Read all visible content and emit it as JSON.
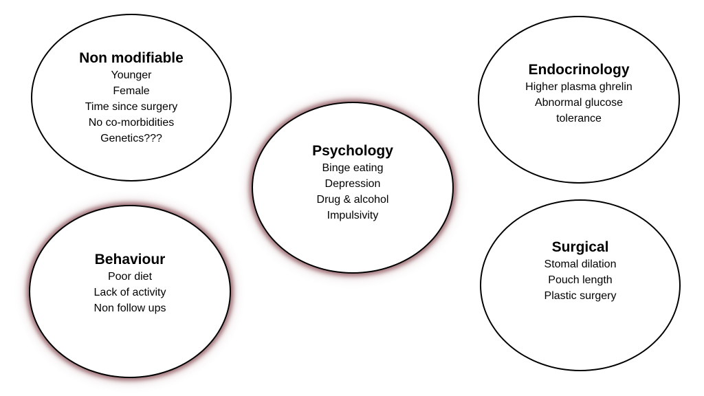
{
  "diagram": {
    "nodes": [
      {
        "id": "non-modifiable",
        "title": "Non modifiable",
        "lines": [
          "Younger",
          "Female",
          "Time since surgery",
          "No co-morbidities",
          "Genetics???"
        ]
      },
      {
        "id": "endocrinology",
        "title": "Endocrinology",
        "lines": [
          "Higher plasma ghrelin",
          "Abnormal glucose",
          "tolerance"
        ]
      },
      {
        "id": "psychology",
        "title": "Psychology",
        "lines": [
          "Binge eating",
          "Depression",
          "Drug & alcohol",
          "Impulsivity"
        ]
      },
      {
        "id": "behaviour",
        "title": "Behaviour",
        "lines": [
          "Poor diet",
          "Lack of activity",
          "Non follow ups"
        ]
      },
      {
        "id": "surgical",
        "title": "Surgical",
        "lines": [
          "Stomal dilation",
          "Pouch length",
          "Plastic surgery"
        ]
      }
    ]
  },
  "colors": {
    "outline": "#000000",
    "glow": "#6e2832",
    "background": "#ffffff"
  }
}
